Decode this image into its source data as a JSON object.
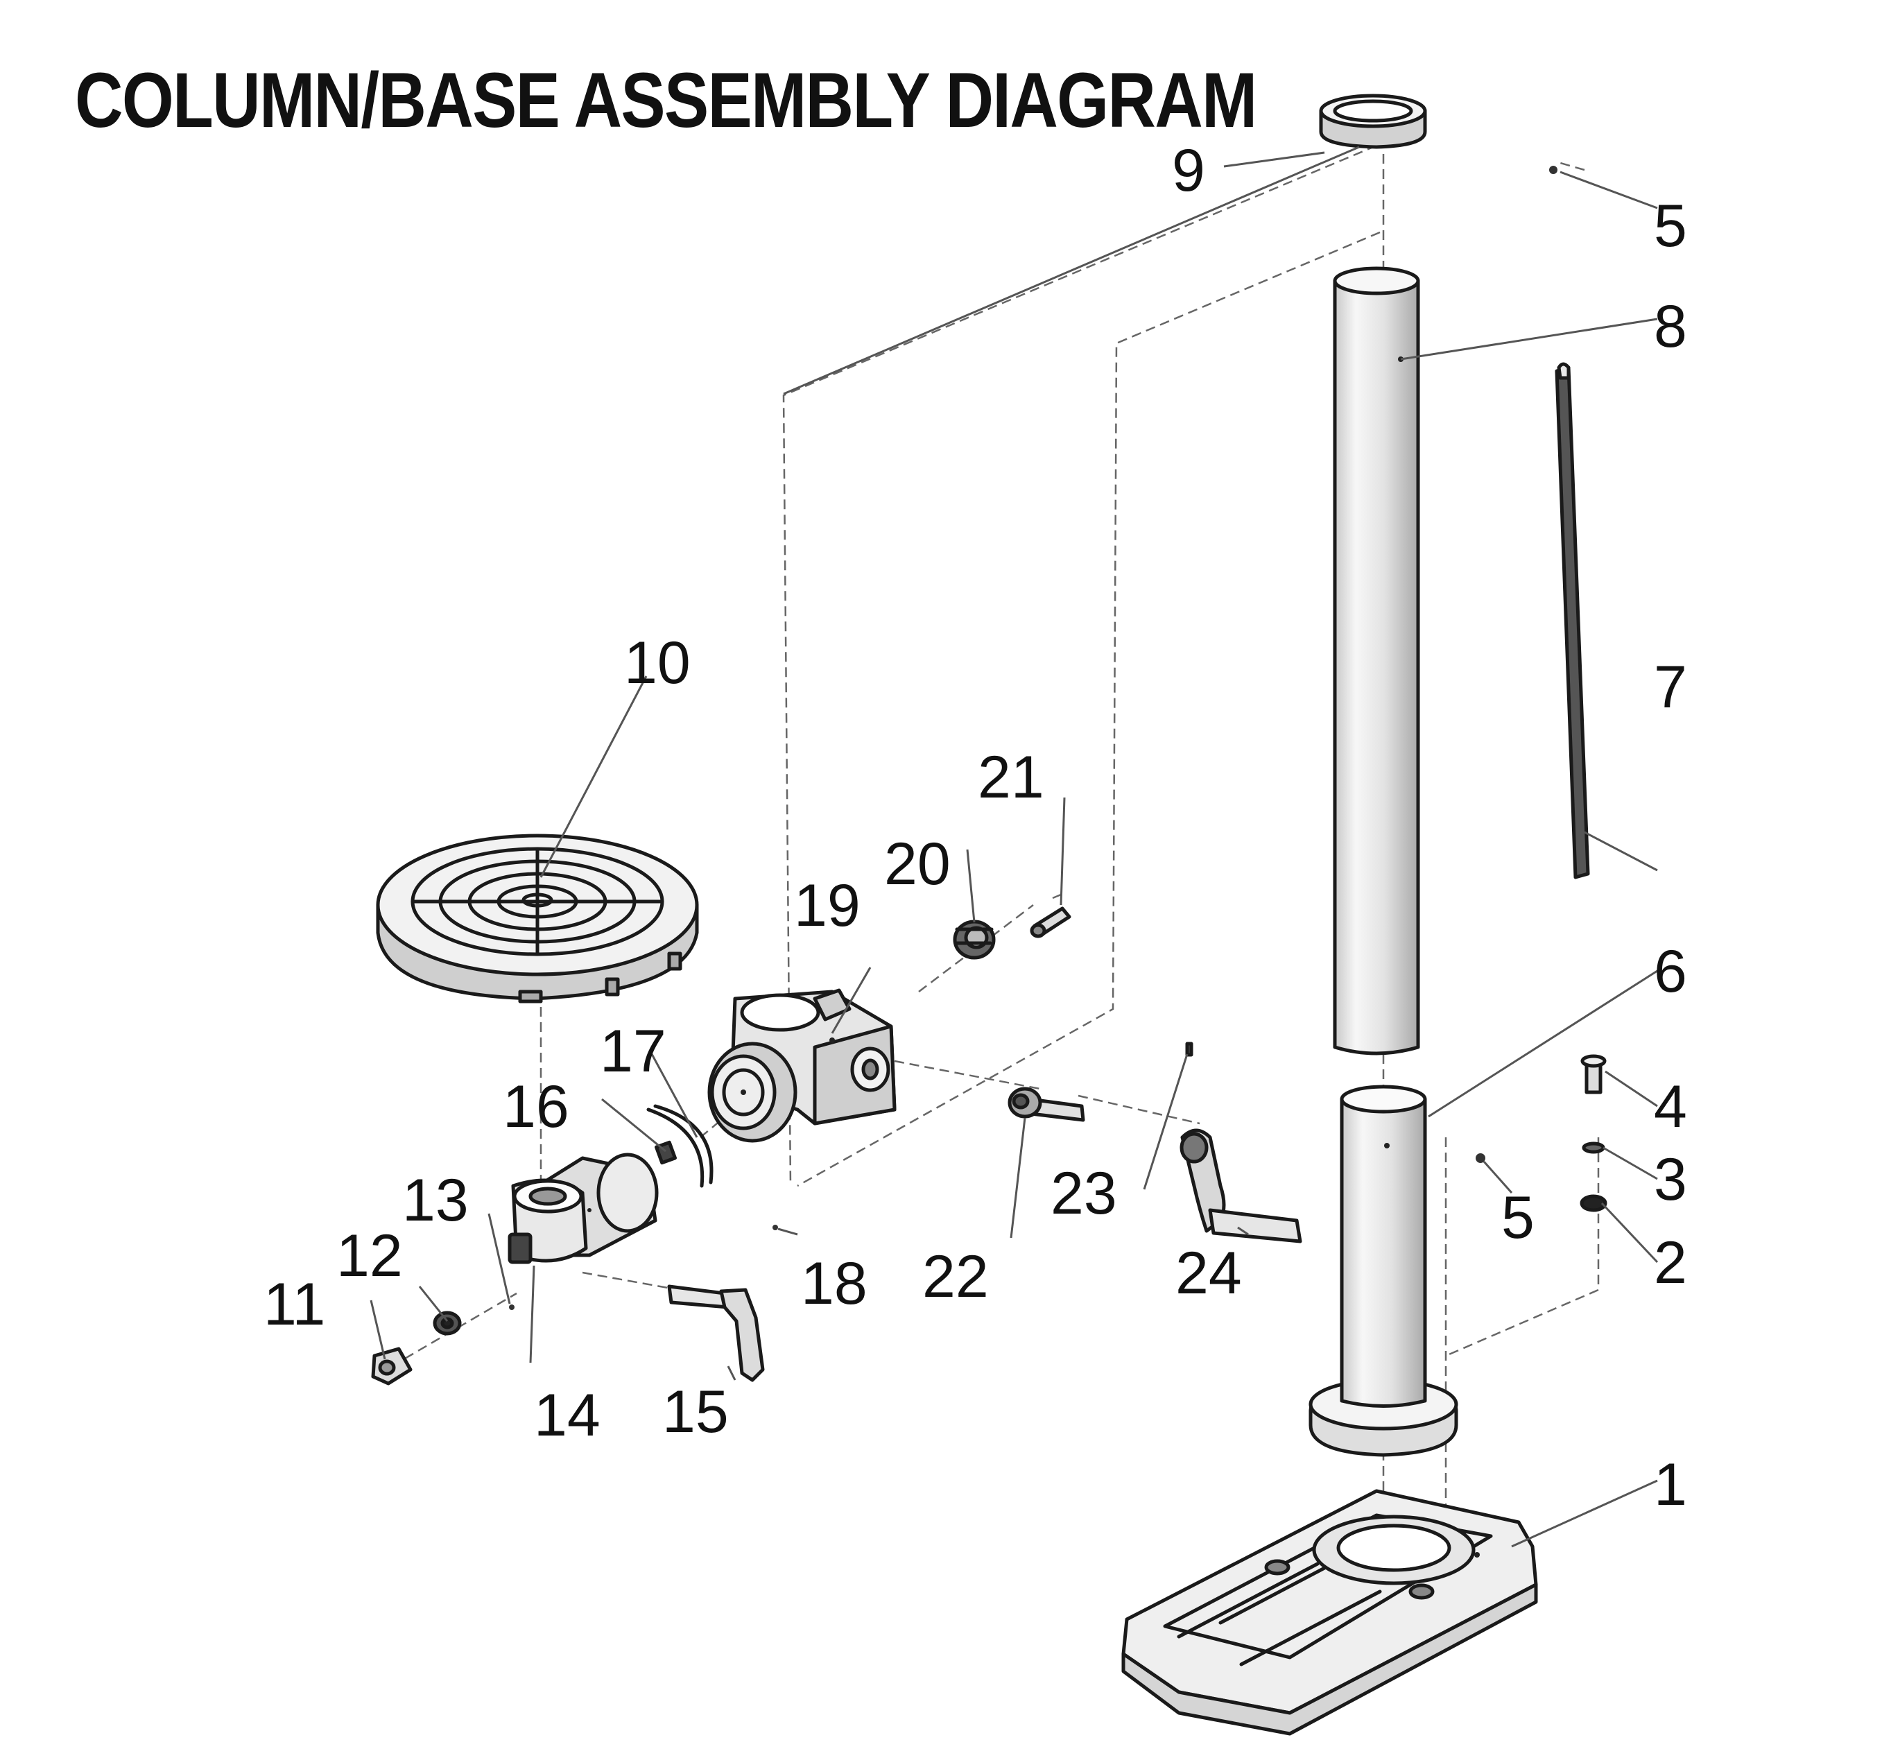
{
  "title": "COLUMN/BASE ASSEMBLY DIAGRAM",
  "callouts": [
    {
      "id": "1",
      "text": "1"
    },
    {
      "id": "2",
      "text": "2"
    },
    {
      "id": "3",
      "text": "3"
    },
    {
      "id": "4",
      "text": "4"
    },
    {
      "id": "5a",
      "text": "5"
    },
    {
      "id": "5b",
      "text": "5"
    },
    {
      "id": "6",
      "text": "6"
    },
    {
      "id": "7",
      "text": "7"
    },
    {
      "id": "8",
      "text": "8"
    },
    {
      "id": "9",
      "text": "9"
    },
    {
      "id": "10",
      "text": "10"
    },
    {
      "id": "11",
      "text": "11"
    },
    {
      "id": "12",
      "text": "12"
    },
    {
      "id": "13",
      "text": "13"
    },
    {
      "id": "14",
      "text": "14"
    },
    {
      "id": "15",
      "text": "15"
    },
    {
      "id": "16",
      "text": "16"
    },
    {
      "id": "17",
      "text": "17"
    },
    {
      "id": "18",
      "text": "18"
    },
    {
      "id": "19",
      "text": "19"
    },
    {
      "id": "20",
      "text": "20"
    },
    {
      "id": "21",
      "text": "21"
    },
    {
      "id": "22",
      "text": "22"
    },
    {
      "id": "23",
      "text": "23"
    },
    {
      "id": "24",
      "text": "24"
    }
  ]
}
